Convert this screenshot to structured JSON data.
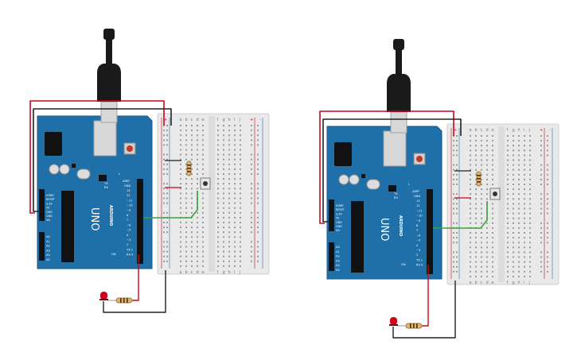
{
  "circuits": [
    {
      "id": "left",
      "board": {
        "brand": "ARDUINO",
        "model": "UNO",
        "tx": "TX",
        "rx": "RX",
        "l": "L",
        "on": "ON"
      },
      "digital_header": {
        "aref": "AREF",
        "gnd": "GND",
        "pins": [
          "13",
          "12",
          "~11",
          "~10",
          "~9",
          "8",
          "7",
          "~6",
          "~5",
          "4",
          "~3",
          "2",
          "TX 1",
          "RX 0"
        ]
      },
      "power_header": {
        "pins": [
          "IOREF",
          "RESET",
          "3.3V",
          "5V",
          "GND",
          "GND",
          "Vin"
        ]
      },
      "analog_header": {
        "pins": [
          "A0",
          "A1",
          "A2",
          "A3",
          "A4",
          "A5"
        ]
      },
      "breadboard": {
        "top_cols": [
          "a",
          "b",
          "c",
          "d",
          "e",
          "f",
          "g",
          "h",
          "i",
          "j"
        ],
        "bottom_cols": [
          "a",
          "b",
          "c",
          "d",
          "e",
          "f",
          "g",
          "h",
          "i",
          "j"
        ],
        "rows": 30,
        "rail_plus": "+",
        "rail_minus": "-"
      },
      "led_color": "#d0021b"
    },
    {
      "id": "right",
      "board": {
        "brand": "ARDUINO",
        "model": "UNO",
        "tx": "TX",
        "rx": "RX",
        "l": "L",
        "on": "ON"
      },
      "digital_header": {
        "aref": "AREF",
        "gnd": "GND",
        "pins": [
          "13",
          "12",
          "~11",
          "~10",
          "~9",
          "8",
          "7",
          "~6",
          "~5",
          "4",
          "~3",
          "2",
          "TX 1",
          "RX 0"
        ]
      },
      "power_header": {
        "pins": [
          "IOREF",
          "RESET",
          "3.3V",
          "5V",
          "GND",
          "GND",
          "Vin"
        ]
      },
      "analog_header": {
        "pins": [
          "A0",
          "A1",
          "A2",
          "A3",
          "A4",
          "A5"
        ]
      },
      "breadboard": {
        "top_cols": [
          "a",
          "b",
          "c",
          "d",
          "e",
          "f",
          "g",
          "h",
          "i",
          "j"
        ],
        "bottom_cols": [
          "a",
          "b",
          "c",
          "d",
          "e",
          "f",
          "g",
          "h",
          "i",
          "j"
        ],
        "rows": 30,
        "rail_plus": "+",
        "rail_minus": "-"
      },
      "led_color": "#d0021b"
    }
  ],
  "colors": {
    "board": "#1f6fa8",
    "board_edge": "#17598a",
    "breadboard": "#e9e9e9",
    "wire_red": "#d0021b",
    "wire_black": "#222222",
    "wire_green": "#3aa33a",
    "usb_cable": "#1a1a1a"
  }
}
